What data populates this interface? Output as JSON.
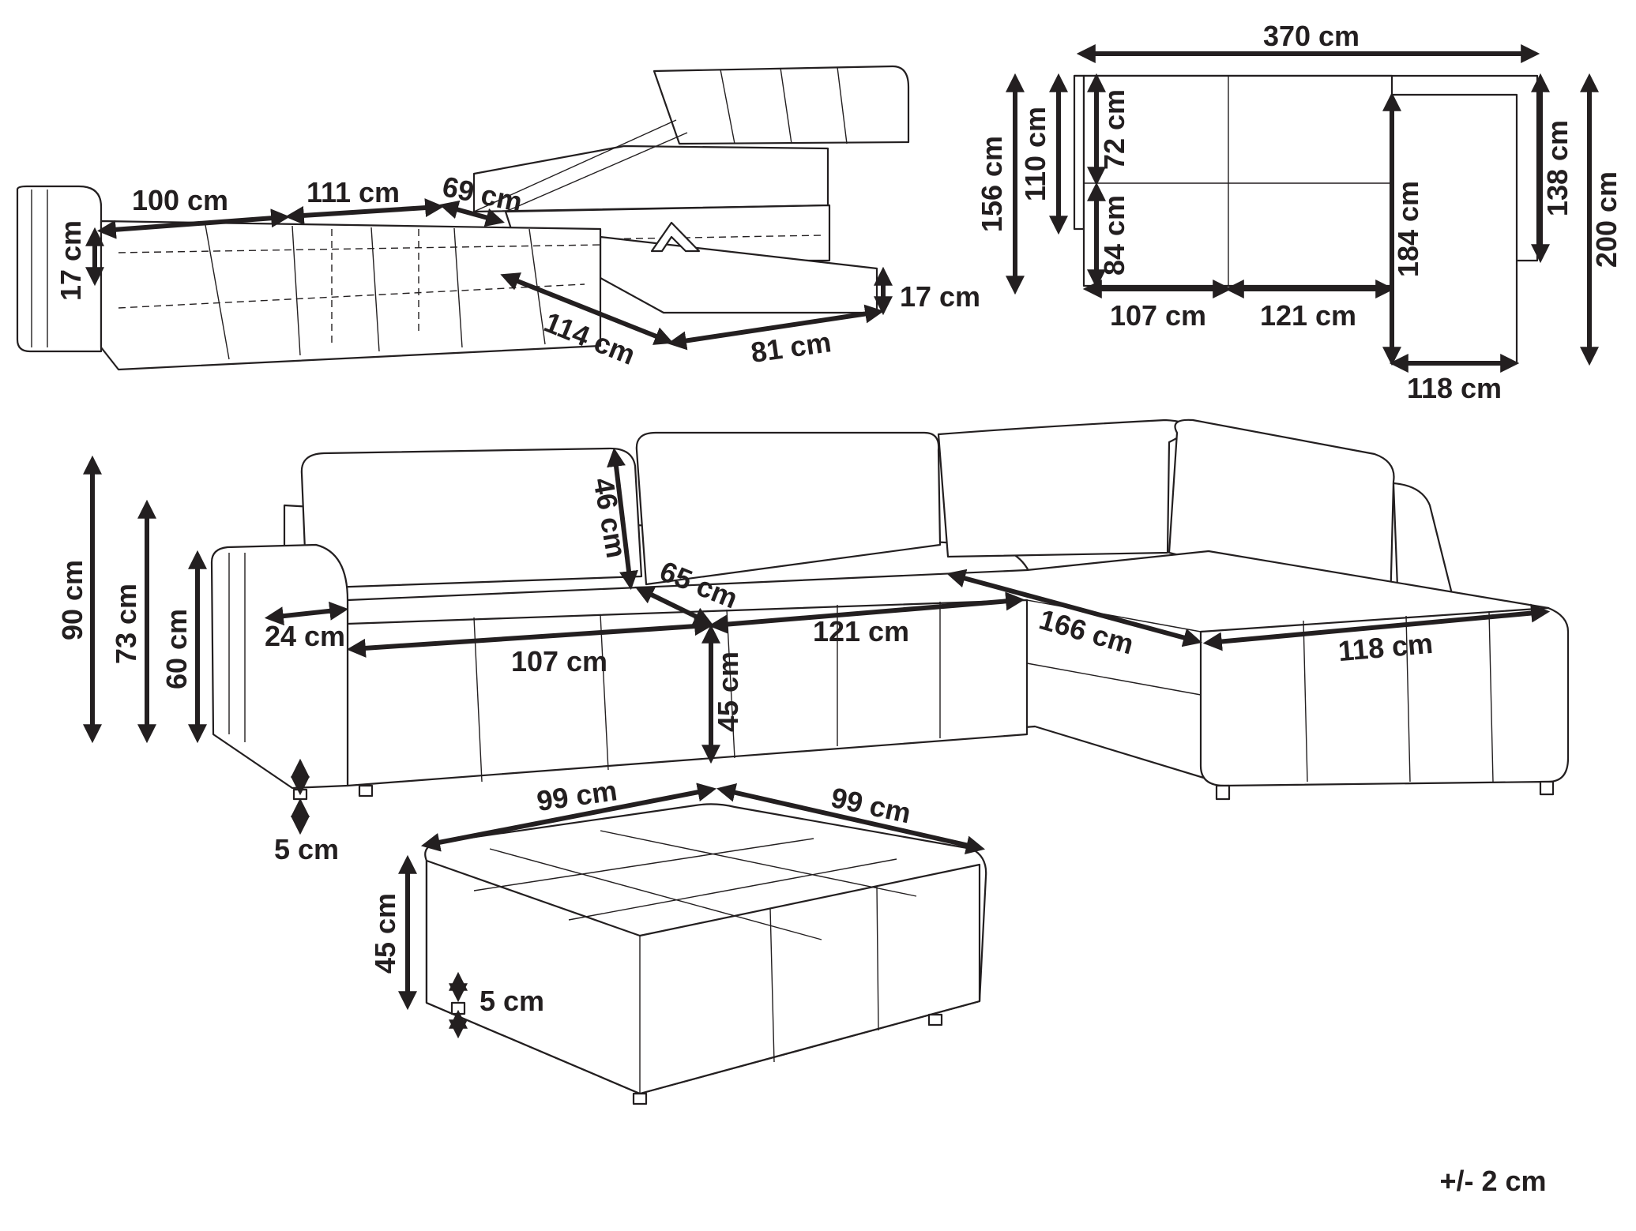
{
  "colors": {
    "ink": "#231f20",
    "background": "#ffffff"
  },
  "sofa_bed_view": {
    "dims": [
      "100 cm",
      "111 cm",
      "69 cm",
      "17 cm",
      "114 cm",
      "81 cm",
      "17 cm"
    ]
  },
  "plan_view": {
    "dims": [
      "370 cm",
      "156 cm",
      "110 cm",
      "72 cm",
      "84 cm",
      "107 cm",
      "121 cm",
      "184 cm",
      "118 cm",
      "138 cm",
      "200 cm"
    ]
  },
  "sofa_view": {
    "dims": [
      "90 cm",
      "73 cm",
      "60 cm",
      "46 cm",
      "65 cm",
      "24 cm",
      "107 cm",
      "121 cm",
      "45 cm",
      "166 cm",
      "118 cm",
      "5 cm"
    ]
  },
  "ottoman_view": {
    "dims": [
      "99 cm",
      "99 cm",
      "45 cm",
      "5 cm"
    ]
  },
  "tolerance": "+/- 2 cm"
}
